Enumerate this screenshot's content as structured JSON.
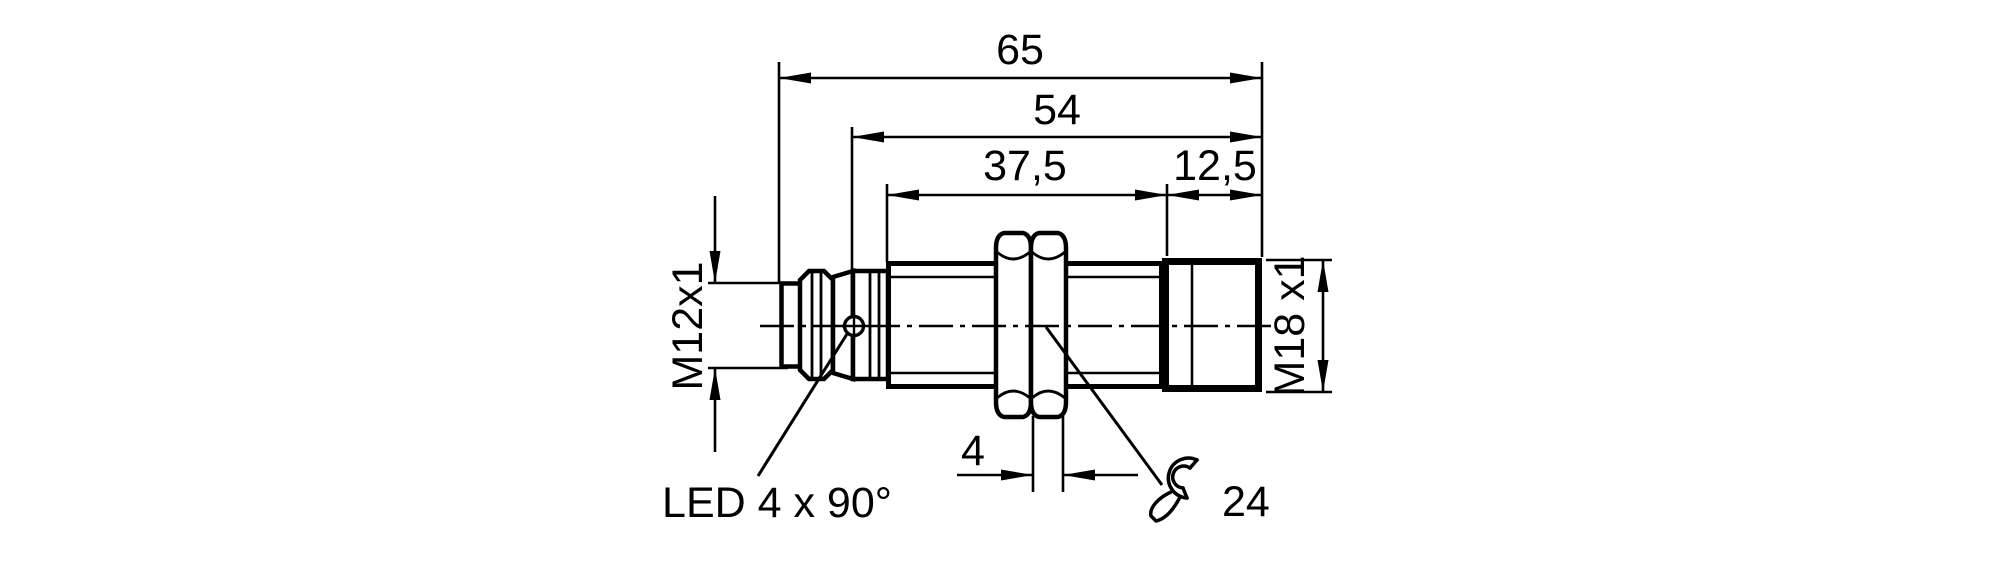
{
  "drawing": {
    "type": "sensor-dimension-drawing",
    "units": "mm",
    "dim_overall_length": "65",
    "dim_body_length": "54",
    "dim_thread_length": "37,5",
    "dim_head_length": "12,5",
    "connector_thread": "M12x1",
    "head_thread": "M18 x1",
    "nut_thickness": "4",
    "wrench_size": "24",
    "led_label": "LED 4 x 90°"
  },
  "colors": {
    "ink": "#000000",
    "background": "#ffffff"
  }
}
